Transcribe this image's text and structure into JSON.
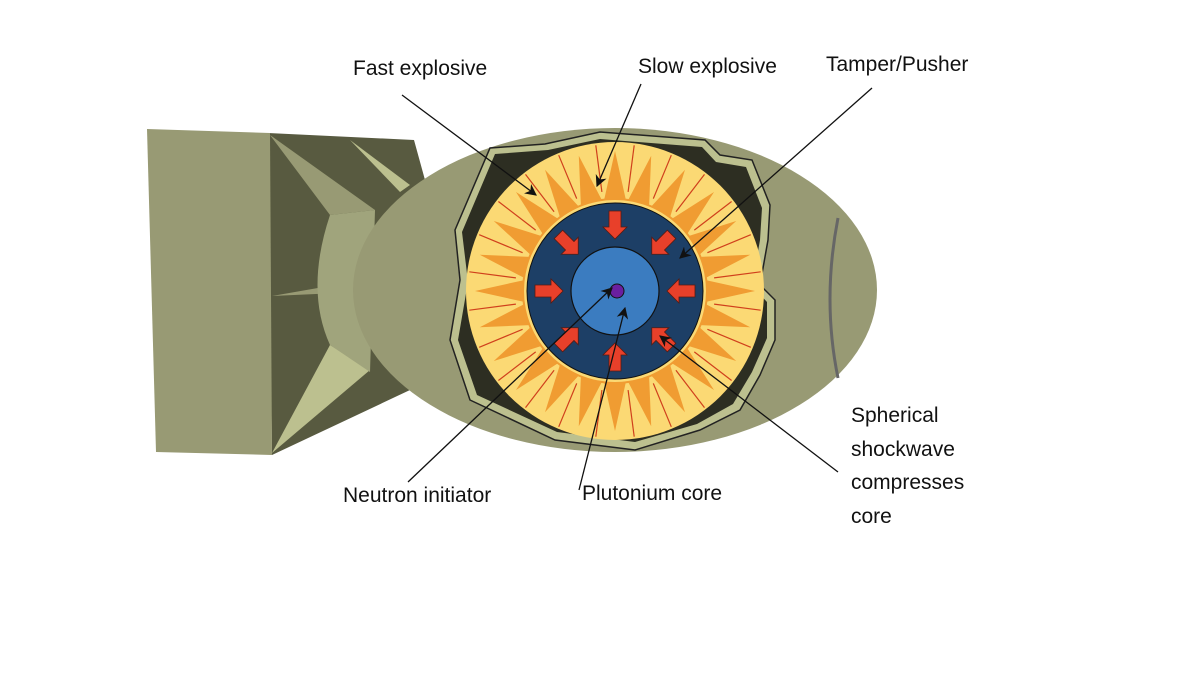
{
  "labels": {
    "fast_explosive": "Fast explosive",
    "slow_explosive": "Slow explosive",
    "tamper_pusher": "Tamper/Pusher",
    "shockwave_line1": "Spherical",
    "shockwave_line2": "shockwave",
    "shockwave_line3": "compresses",
    "shockwave_line4": "core",
    "neutron_initiator": "Neutron initiator",
    "plutonium_core": "Plutonium core"
  },
  "colors": {
    "casing": "#989a74",
    "casing_dark": "#585a40",
    "casing_light": "#bcc08f",
    "fast_explosive": "#fbd974",
    "slow_explosive": "#f09c32",
    "tamper": "#1d3f66",
    "core": "#3b7cc0",
    "initiator": "#6a1fa0",
    "arrow": "#e8402a"
  },
  "explosive_lens_count": 24,
  "compression_arrow_count": 8
}
